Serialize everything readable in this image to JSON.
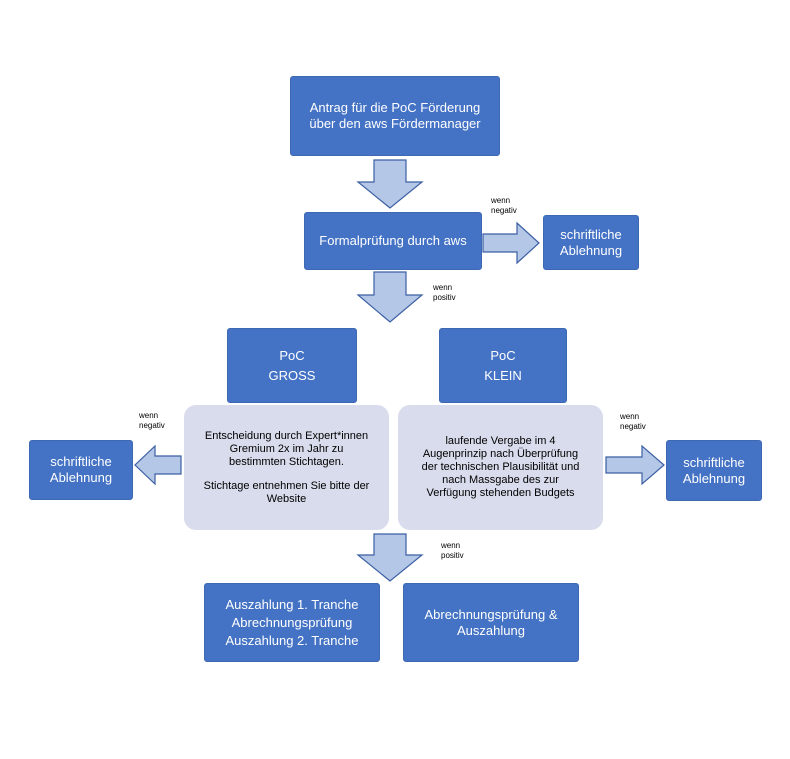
{
  "nodes": {
    "antrag": {
      "lines": [
        "Antrag für die PoC Förderung",
        "über den aws Fördermanager"
      ]
    },
    "formal": {
      "lines": [
        "Formalprüfung durch aws"
      ]
    },
    "ablehnung_top": {
      "lines": [
        "schriftliche",
        "Ablehnung"
      ]
    },
    "poc_gross": {
      "lines": [
        "PoC",
        "GROSS"
      ]
    },
    "poc_klein": {
      "lines": [
        "PoC",
        "KLEIN"
      ]
    },
    "entscheidung": {
      "lines": [
        "Entscheidung durch Expert*innen",
        "Gremium 2x im Jahr zu",
        "bestimmten Stichtagen."
      ],
      "lines2": [
        "Stichtage entnehmen Sie bitte der",
        "Website"
      ]
    },
    "vergabe": {
      "lines": [
        "laufende Vergabe im 4",
        "Augenprinzip nach Überprüfung",
        "der technischen Plausibilität und",
        "nach Massgabe des zur",
        "Verfügung stehenden Budgets"
      ]
    },
    "ablehnung_left": {
      "lines": [
        "schriftliche",
        "Ablehnung"
      ]
    },
    "ablehnung_right": {
      "lines": [
        "schriftliche",
        "Ablehnung"
      ]
    },
    "auszahlung_gross": {
      "lines": [
        "Auszahlung 1. Tranche",
        "Abrechnungsprüfung",
        "Auszahlung 2. Tranche"
      ]
    },
    "auszahlung_klein": {
      "lines": [
        "Abrechnungsprüfung &",
        "Auszahlung"
      ]
    }
  },
  "labels": {
    "negativ_top": [
      "wenn",
      "negativ"
    ],
    "positiv_mid": [
      "wenn",
      "positiv"
    ],
    "negativ_left": [
      "wenn",
      "negativ"
    ],
    "negativ_right": [
      "wenn",
      "negativ"
    ],
    "positiv_bottom": [
      "wenn",
      "positiv"
    ]
  },
  "colors": {
    "box_blue": "#4472c4",
    "box_light": "#d9dcec",
    "arrow_fill": "#b4c7e7",
    "arrow_stroke": "#3b5fa3"
  }
}
